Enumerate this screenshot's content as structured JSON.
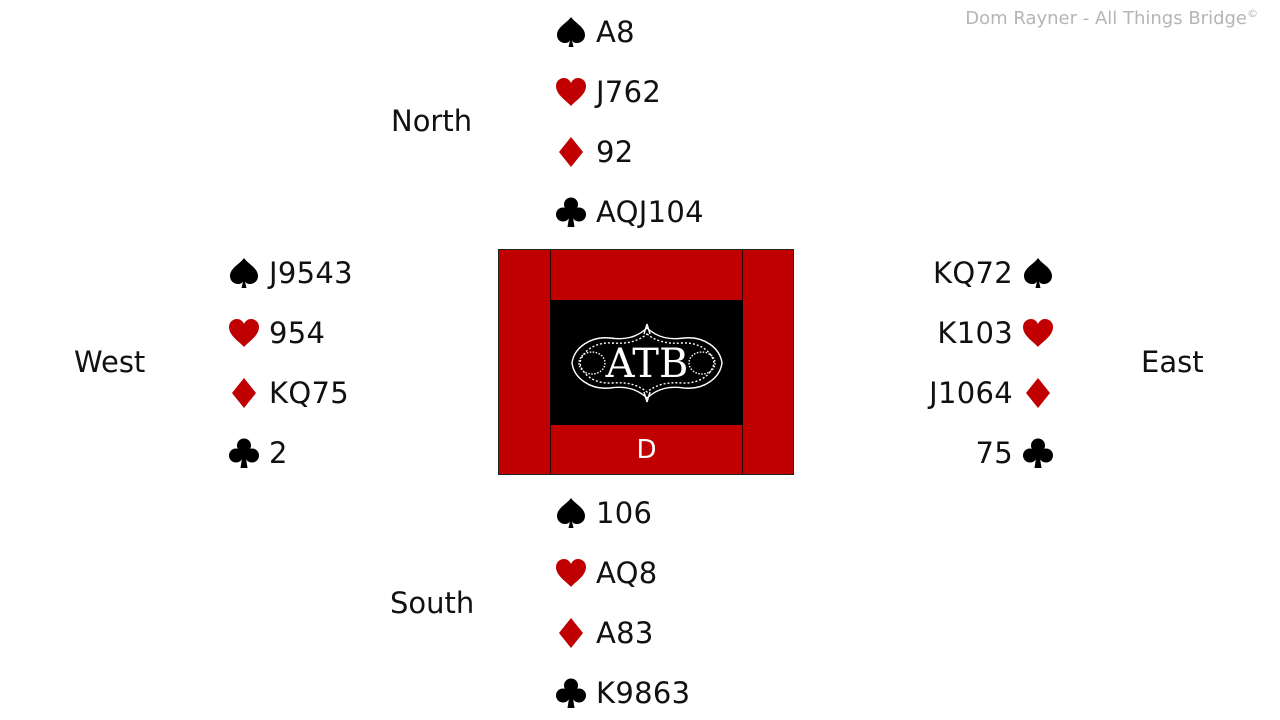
{
  "credit": {
    "text": "Dom Rayner  - All Things Bridge",
    "mark": "©"
  },
  "seats": {
    "north": "North",
    "south": "South",
    "west": "West",
    "east": "East"
  },
  "hands": {
    "north": {
      "spades": "A8",
      "hearts": "J762",
      "diamonds": "92",
      "clubs": "AQJ104"
    },
    "west": {
      "spades": "J9543",
      "hearts": "954",
      "diamonds": "KQ75",
      "clubs": "2"
    },
    "east": {
      "spades": "KQ72",
      "hearts": "K103",
      "diamonds": "J1064",
      "clubs": "75"
    },
    "south": {
      "spades": "106",
      "hearts": "AQ8",
      "diamonds": "A83",
      "clubs": "K9863"
    }
  },
  "table": {
    "dealer_marker": "D",
    "logo_text": "ATB",
    "color": "#c00000"
  },
  "colors": {
    "black_suit": "#000000",
    "red_suit": "#c00000"
  },
  "icons": {
    "spades": "spade-icon",
    "hearts": "heart-icon",
    "diamonds": "diamond-icon",
    "clubs": "club-icon"
  }
}
